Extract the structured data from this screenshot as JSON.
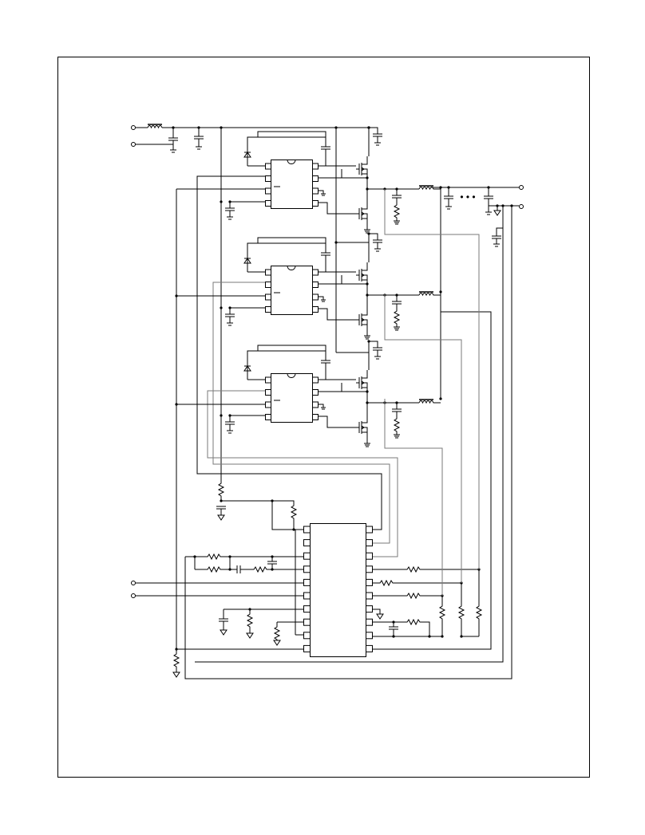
{
  "page": {
    "title": "",
    "caption": ""
  },
  "diagram": {
    "kind": "schematic",
    "phases": 3,
    "driver_ic_pins": 8,
    "controller_ic_pins": 20,
    "dots_label": "• • •"
  },
  "colors": {
    "wire": "#000000",
    "sense_trace": "#7a7a7a",
    "background": "#ffffff"
  }
}
